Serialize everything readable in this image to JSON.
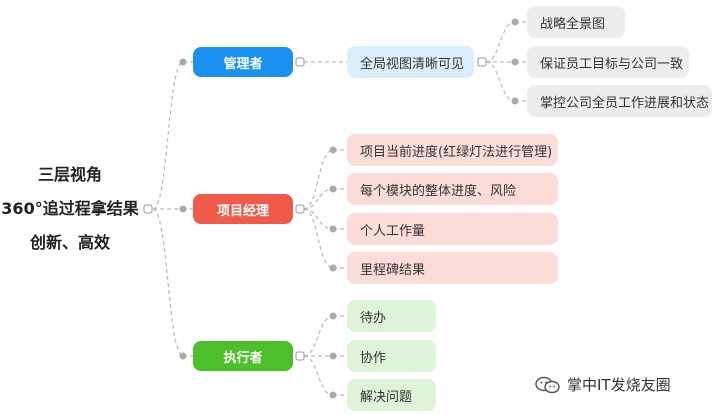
{
  "root": {
    "lines": [
      "三层视角",
      "360°追过程拿结果",
      "创新、高效"
    ]
  },
  "branches": [
    {
      "label": "管理者",
      "color": "#1a90f0",
      "children": [
        {
          "label": "全局视图清晰可见",
          "children": [
            "战略全景图",
            "保证员工目标与公司一致",
            "掌控公司全员工作进展和状态"
          ]
        }
      ]
    },
    {
      "label": "项目经理",
      "color": "#ef5b48",
      "children": [
        {
          "label": "项目当前进度(红绿灯法进行管理)"
        },
        {
          "label": "每个模块的整体进度、风险"
        },
        {
          "label": "个人工作量"
        },
        {
          "label": "里程碑结果"
        }
      ]
    },
    {
      "label": "执行者",
      "color": "#4dbf2a",
      "children": [
        {
          "label": "待办"
        },
        {
          "label": "协作"
        },
        {
          "label": "解决问题"
        }
      ]
    }
  ],
  "watermark": {
    "text": "掌中IT发烧友圈",
    "icon": "wechat-icon"
  }
}
